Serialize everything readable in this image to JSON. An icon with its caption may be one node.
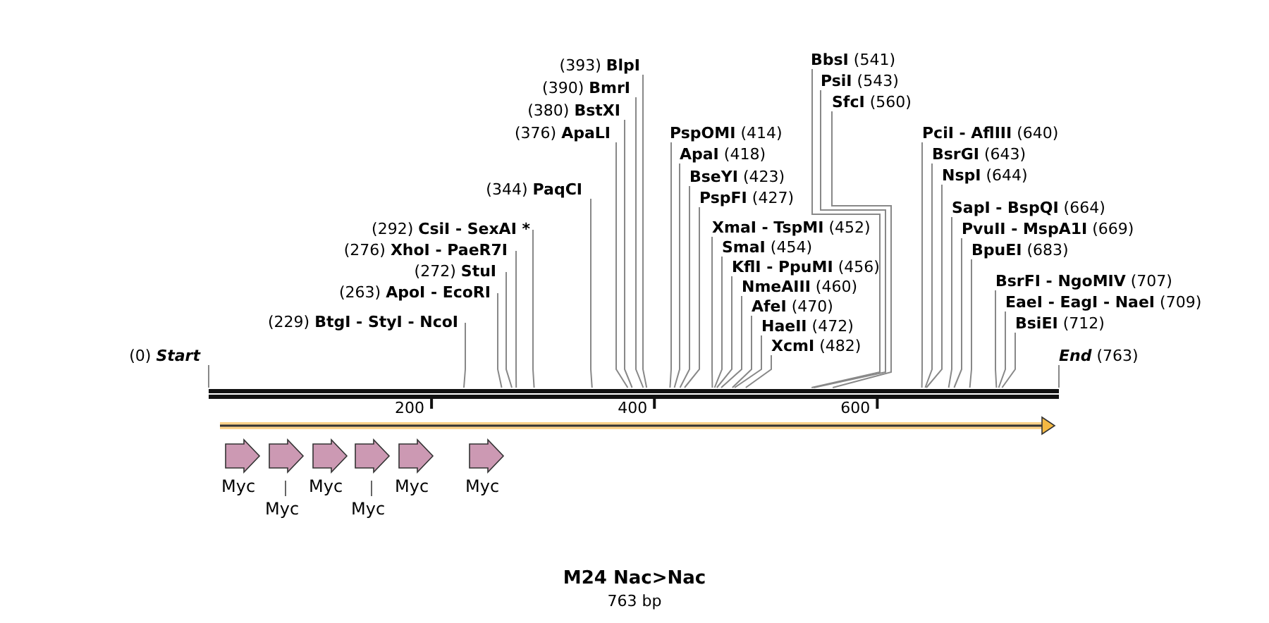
{
  "diagram": {
    "title": "M24 Nac>Nac",
    "caption": "763 bp",
    "nodes": [
      {
        "text": [
          "(0)",
          "Start"
        ]
      },
      {
        "text": [
          "(229)",
          "BtgI - StyI - NcoI"
        ]
      },
      {
        "text": [
          "(263)",
          "ApoI - EcoRI"
        ]
      },
      {
        "text": [
          "(272)",
          "StuI"
        ]
      },
      {
        "text": [
          "(276)",
          "XhoI - PaeR7I"
        ]
      },
      {
        "text": [
          "(292)",
          "CsiI - SexAI *"
        ]
      },
      {
        "text": [
          "(344)",
          "PaqCI"
        ]
      },
      {
        "text": [
          "(376)",
          "ApaLI"
        ]
      },
      {
        "text": [
          "(380)",
          "BstXI"
        ]
      },
      {
        "text": [
          "(390)",
          "BmrI"
        ]
      },
      {
        "text": [
          "(393)",
          "BlpI"
        ]
      },
      {
        "text": [
          "PspOMI",
          "(414)"
        ]
      },
      {
        "text": [
          "ApaI",
          "(418)"
        ]
      },
      {
        "text": [
          "BseYI",
          "(423)"
        ]
      },
      {
        "text": [
          "PspFI",
          "(427)"
        ]
      },
      {
        "text": [
          "XmaI - TspMI",
          "(452)"
        ]
      },
      {
        "text": [
          "SmaI",
          "(454)"
        ]
      },
      {
        "text": [
          "KflI - PpuMI",
          "(456)"
        ]
      },
      {
        "text": [
          "NmeAIII",
          "(460)"
        ]
      },
      {
        "text": [
          "AfeI",
          "(470)"
        ]
      },
      {
        "text": [
          "HaeII",
          "(472)"
        ]
      },
      {
        "text": [
          "XcmI",
          "(482)"
        ]
      },
      {
        "text": [
          "BbsI",
          "(541)"
        ]
      },
      {
        "text": [
          "PsiI",
          "(543)"
        ]
      },
      {
        "text": [
          "SfcI",
          "(560)"
        ]
      },
      {
        "text": [
          "PciI - AflIII",
          "(640)"
        ]
      },
      {
        "text": [
          "BsrGI",
          "(643)"
        ]
      },
      {
        "text": [
          "NspI",
          "(644)"
        ]
      },
      {
        "text": [
          "SapI - BspQI",
          "(664)"
        ]
      },
      {
        "text": [
          "PvuII - MspA1I",
          "(669)"
        ]
      },
      {
        "text": [
          "BpuEI",
          "(683)"
        ]
      },
      {
        "text": [
          "BsrFI - NgoMIV",
          "(707)"
        ]
      },
      {
        "text": [
          "EaeI - EagI - NaeI",
          "(709)"
        ]
      },
      {
        "text": [
          "BsiEI",
          "(712)"
        ]
      },
      {
        "text": [
          "End",
          "(763)"
        ]
      },
      {
        "text": [],
        "shape": "arrow",
        "beside": [
          "Myc"
        ]
      },
      {
        "text": [],
        "shape": "arrow",
        "beside": [
          "Myc"
        ]
      },
      {
        "text": [],
        "shape": "arrow",
        "beside": [
          "Myc"
        ]
      },
      {
        "text": [],
        "shape": "arrow",
        "beside": [
          "Myc"
        ]
      },
      {
        "text": [],
        "shape": "arrow",
        "beside": [
          "Myc"
        ]
      },
      {
        "text": [],
        "shape": "arrow",
        "beside": [
          "Myc"
        ]
      }
    ],
    "edges": [
      {
        "from": 0,
        "to": null,
        "arrow": "none"
      },
      {
        "from": 1,
        "to": null,
        "arrow": "none"
      },
      {
        "from": 2,
        "to": null,
        "arrow": "none"
      },
      {
        "from": 3,
        "to": null,
        "arrow": "none"
      },
      {
        "from": 4,
        "to": null,
        "arrow": "none"
      },
      {
        "from": 5,
        "to": null,
        "arrow": "none"
      },
      {
        "from": 6,
        "to": null,
        "arrow": "none"
      },
      {
        "from": 7,
        "to": null,
        "arrow": "none"
      },
      {
        "from": 8,
        "to": null,
        "arrow": "none"
      },
      {
        "from": 9,
        "to": null,
        "arrow": "none"
      },
      {
        "from": 10,
        "to": null,
        "arrow": "none"
      },
      {
        "from": 11,
        "to": null,
        "arrow": "none"
      },
      {
        "from": 12,
        "to": null,
        "arrow": "none"
      },
      {
        "from": 13,
        "to": null,
        "arrow": "none"
      },
      {
        "from": 14,
        "to": null,
        "arrow": "none"
      },
      {
        "from": 15,
        "to": null,
        "arrow": "none"
      },
      {
        "from": 16,
        "to": null,
        "arrow": "none"
      },
      {
        "from": 17,
        "to": null,
        "arrow": "none"
      },
      {
        "from": 18,
        "to": null,
        "arrow": "none"
      },
      {
        "from": 19,
        "to": null,
        "arrow": "none"
      },
      {
        "from": 20,
        "to": null,
        "arrow": "none"
      },
      {
        "from": 21,
        "to": null,
        "arrow": "none"
      },
      {
        "from": 22,
        "to": null,
        "arrow": "none"
      },
      {
        "from": 23,
        "to": null,
        "arrow": "none"
      },
      {
        "from": 24,
        "to": null,
        "arrow": "none"
      },
      {
        "from": 25,
        "to": null,
        "arrow": "none"
      },
      {
        "from": 26,
        "to": null,
        "arrow": "none"
      },
      {
        "from": 27,
        "to": null,
        "arrow": "none"
      },
      {
        "from": 28,
        "to": null,
        "arrow": "none"
      },
      {
        "from": 29,
        "to": null,
        "arrow": "none"
      },
      {
        "from": 30,
        "to": null,
        "arrow": "none"
      },
      {
        "from": 31,
        "to": null,
        "arrow": "none"
      },
      {
        "from": 32,
        "to": null,
        "arrow": "none"
      },
      {
        "from": 33,
        "to": null,
        "arrow": "none"
      },
      {
        "from": 34,
        "to": null,
        "arrow": "none"
      }
    ],
    "labels": [
      "200",
      "400",
      "600"
    ]
  }
}
